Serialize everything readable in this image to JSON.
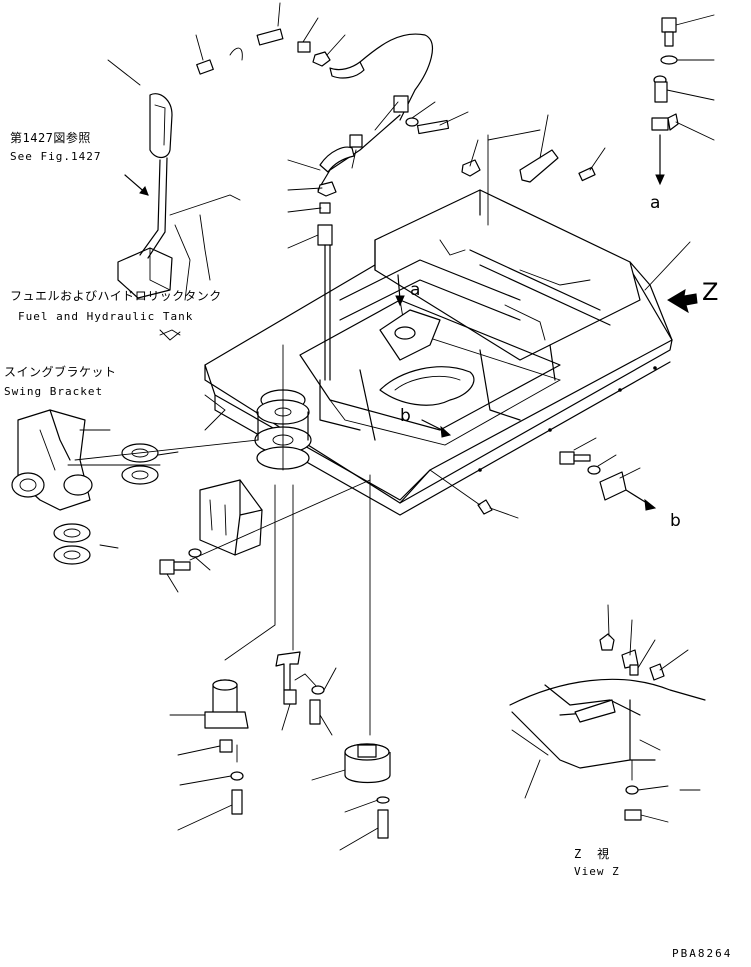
{
  "labels": {
    "see_fig_jp": "第1427図参照",
    "see_fig_en": "See Fig.1427",
    "fuel_tank_jp": "フュエルおよびハイドロリックタンク",
    "fuel_tank_en": "Fuel and Hydraulic Tank",
    "swing_bracket_jp": "スイングブラケット",
    "swing_bracket_en": "Swing Bracket",
    "view_z_jp": "Z  視",
    "view_z_en": "View Z",
    "drawing_code": "PBA8264"
  },
  "callouts": {
    "a_top": "a",
    "a_center": "a",
    "b_center": "b",
    "b_right": "b",
    "z_arrow": "Z"
  },
  "colors": {
    "line": "#000000",
    "background": "#ffffff"
  }
}
